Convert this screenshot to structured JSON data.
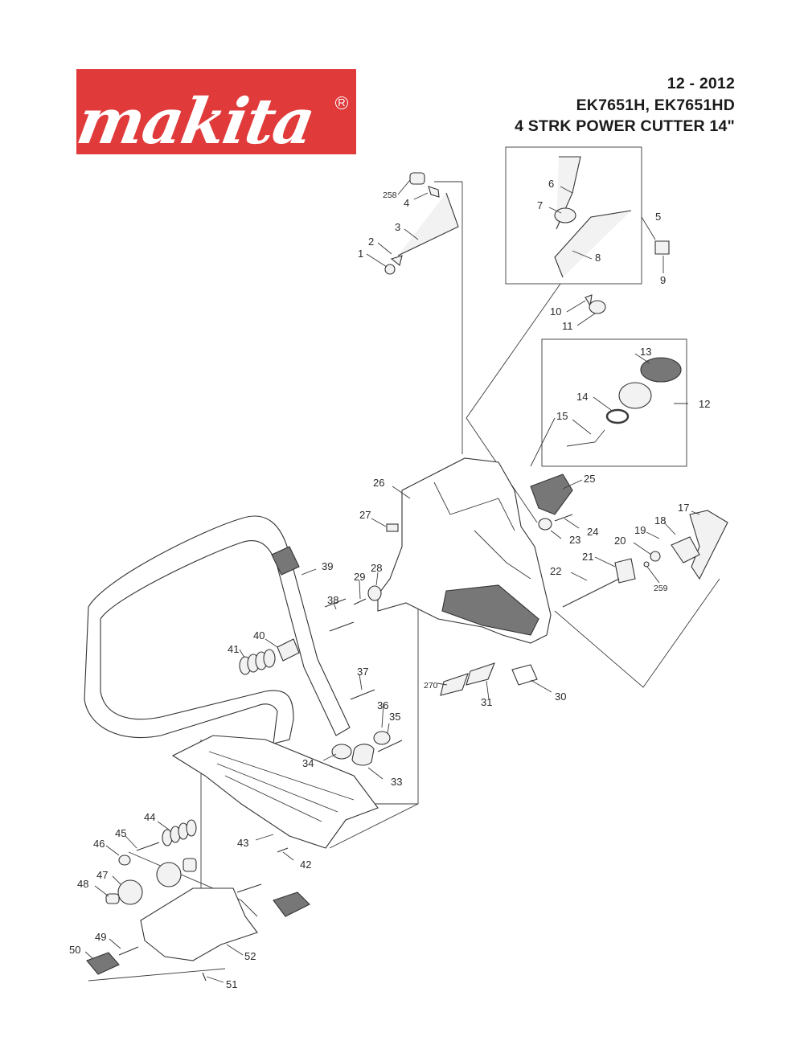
{
  "brand": {
    "logo_text": "makita",
    "registered_mark": "R",
    "logo_color": "#e03a3b"
  },
  "header": {
    "date": "12 - 2012",
    "models": "EK7651H, EK7651HD",
    "description": "4 STRK POWER CUTTER 14\""
  },
  "callouts": [
    {
      "id": "c1",
      "label": "1"
    },
    {
      "id": "c2",
      "label": "2"
    },
    {
      "id": "c3",
      "label": "3"
    },
    {
      "id": "c4",
      "label": "4"
    },
    {
      "id": "c258",
      "label": "258"
    },
    {
      "id": "c5",
      "label": "5"
    },
    {
      "id": "c6",
      "label": "6"
    },
    {
      "id": "c7",
      "label": "7"
    },
    {
      "id": "c8",
      "label": "8"
    },
    {
      "id": "c9",
      "label": "9"
    },
    {
      "id": "c10",
      "label": "10"
    },
    {
      "id": "c11",
      "label": "11"
    },
    {
      "id": "c12",
      "label": "12"
    },
    {
      "id": "c13",
      "label": "13"
    },
    {
      "id": "c14",
      "label": "14"
    },
    {
      "id": "c15",
      "label": "15"
    },
    {
      "id": "c17",
      "label": "17"
    },
    {
      "id": "c18",
      "label": "18"
    },
    {
      "id": "c19",
      "label": "19"
    },
    {
      "id": "c20",
      "label": "20"
    },
    {
      "id": "c21",
      "label": "21"
    },
    {
      "id": "c22",
      "label": "22"
    },
    {
      "id": "c23",
      "label": "23"
    },
    {
      "id": "c24",
      "label": "24"
    },
    {
      "id": "c25",
      "label": "25"
    },
    {
      "id": "c26",
      "label": "26"
    },
    {
      "id": "c27",
      "label": "27"
    },
    {
      "id": "c28",
      "label": "28"
    },
    {
      "id": "c29",
      "label": "29"
    },
    {
      "id": "c30",
      "label": "30"
    },
    {
      "id": "c31",
      "label": "31"
    },
    {
      "id": "c270",
      "label": "270"
    },
    {
      "id": "c33",
      "label": "33"
    },
    {
      "id": "c34",
      "label": "34"
    },
    {
      "id": "c35",
      "label": "35"
    },
    {
      "id": "c36",
      "label": "36"
    },
    {
      "id": "c37",
      "label": "37"
    },
    {
      "id": "c38",
      "label": "38"
    },
    {
      "id": "c39",
      "label": "39"
    },
    {
      "id": "c40",
      "label": "40"
    },
    {
      "id": "c41",
      "label": "41"
    },
    {
      "id": "c42",
      "label": "42"
    },
    {
      "id": "c43",
      "label": "43"
    },
    {
      "id": "c44",
      "label": "44"
    },
    {
      "id": "c45",
      "label": "45"
    },
    {
      "id": "c46",
      "label": "46"
    },
    {
      "id": "c47",
      "label": "47"
    },
    {
      "id": "c48",
      "label": "48"
    },
    {
      "id": "c49",
      "label": "49"
    },
    {
      "id": "c50",
      "label": "50"
    },
    {
      "id": "c51",
      "label": "51"
    },
    {
      "id": "c52",
      "label": "52"
    },
    {
      "id": "c259",
      "label": "259"
    }
  ]
}
